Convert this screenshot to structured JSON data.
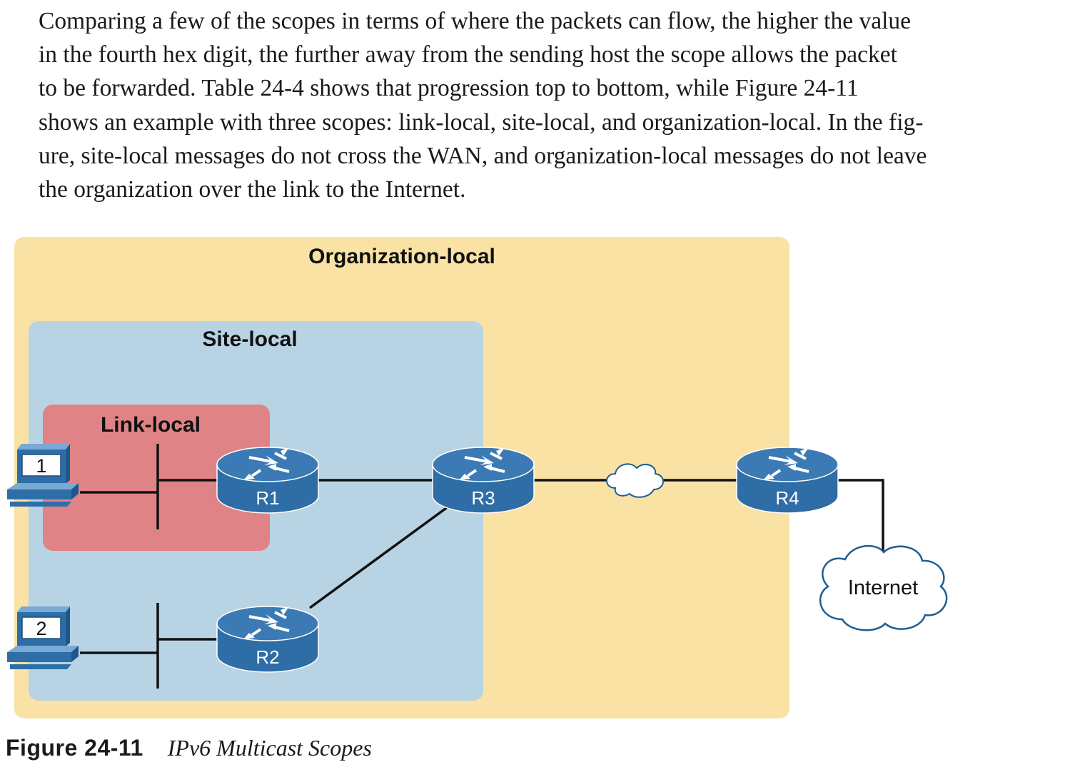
{
  "paragraph": {
    "lines": [
      "Comparing a few of the scopes in terms of where the packets can flow, the higher the value",
      "in the fourth hex digit, the further away from the sending host the scope allows the packet",
      "to be forwarded. Table 24-4 shows that progression top to bottom, while Figure 24-11",
      "shows an example with three scopes: link-local, site-local, and organization-local. In the fig-",
      "ure, site-local messages do not cross the WAN, and organization-local messages do not leave",
      "the organization over the link to the Internet."
    ]
  },
  "figure": {
    "zones": {
      "organization": "Organization-local",
      "site": "Site-local",
      "link": "Link-local"
    },
    "routers": [
      "R1",
      "R2",
      "R3",
      "R4"
    ],
    "hosts": [
      "1",
      "2"
    ],
    "internet_label": "Internet",
    "colors": {
      "organization_fill": "#f9e2a4",
      "site_fill": "#b8d4e4",
      "link_fill": "#e08386",
      "router_body": "#2f6da6",
      "router_top": "#3b7ab4",
      "host_body": "#2e6ea7",
      "link_line": "#111111"
    }
  },
  "caption": {
    "label": "Figure 24-11",
    "title": "IPv6 Multicast Scopes"
  }
}
